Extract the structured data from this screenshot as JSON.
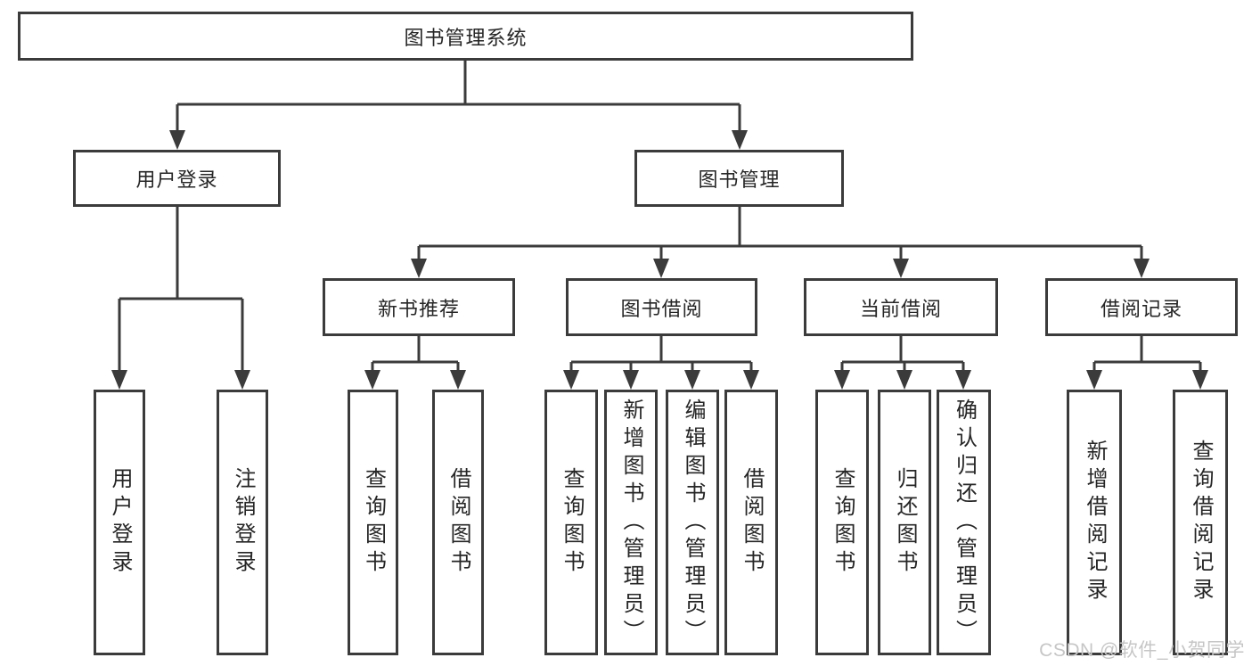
{
  "tree": {
    "root": "图书管理系统",
    "branches": [
      {
        "label": "用户登录",
        "children": [
          "用户登录",
          "注销登录"
        ]
      },
      {
        "label": "图书管理",
        "groups": [
          {
            "label": "新书推荐",
            "children": [
              "查询图书",
              "借阅图书"
            ]
          },
          {
            "label": "图书借阅",
            "children": [
              "查询图书",
              "新增图书（管理员）",
              "编辑图书（管理员）",
              "借阅图书"
            ]
          },
          {
            "label": "当前借阅",
            "children": [
              "查询图书",
              "归还图书",
              "确认归还（管理员）"
            ]
          },
          {
            "label": "借阅记录",
            "children": [
              "新增借阅记录",
              "查询借阅记录"
            ]
          }
        ]
      }
    ]
  },
  "watermark": "CSDN @软件_小贺同学",
  "colors": {
    "line": "#3b3b3b",
    "text": "#262626",
    "watermark": "#c6c6c6",
    "background": "#ffffff"
  }
}
